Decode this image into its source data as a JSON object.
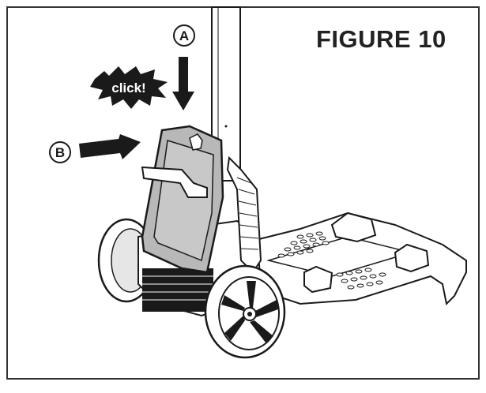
{
  "figure": {
    "title": "FIGURE 10",
    "callout_a": "A",
    "callout_b": "B",
    "burst_text": "click!"
  },
  "colors": {
    "frame": "#333333",
    "ink": "#1a1a1a",
    "panel_gray": "#b8b8b8",
    "light_gray": "#e6e6e6"
  }
}
